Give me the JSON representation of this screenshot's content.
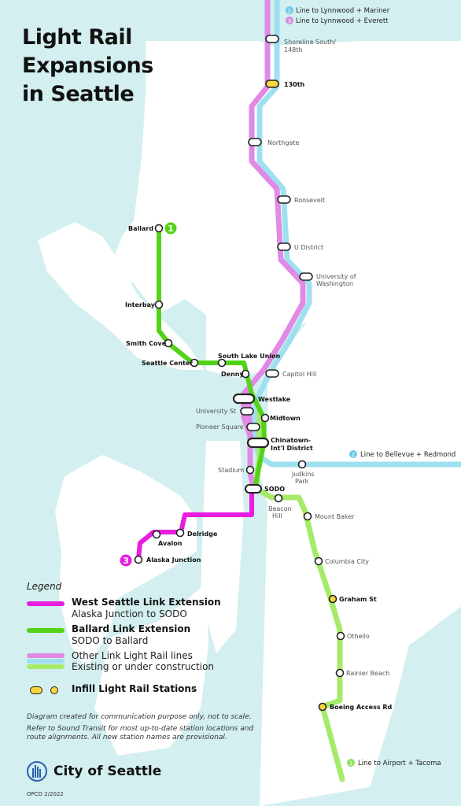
{
  "title": {
    "line1": "Light Rail",
    "line2": "Expansions",
    "line3": "in Seattle"
  },
  "colors": {
    "background": "#d3efef",
    "land": "#ffffff",
    "west_seattle": "#e81de0",
    "ballard": "#52d318",
    "other_pink": "#e08ae6",
    "other_blue": "#9fe0f0",
    "other_green": "#a6ea6a",
    "infill": "#f6d63b"
  },
  "external_lines": {
    "lynnwood_mariner": {
      "badge": "2",
      "label": "Line to Lynnwood + Mariner"
    },
    "lynnwood_everett": {
      "badge": "3",
      "label": "Line to Lynnwood + Everett"
    },
    "bellevue_redmond": {
      "badge": "2",
      "label": "Line to Bellevue + Redmond"
    },
    "airport_tacoma": {
      "badge": "1",
      "label": "Line to Airport + Tacoma"
    }
  },
  "line_badges": {
    "ballard": "1",
    "west_seattle": "3"
  },
  "stations": {
    "shoreline": {
      "line1": "Shoreline South/",
      "line2": "148th"
    },
    "s130": "130th",
    "northgate": "Northgate",
    "roosevelt": "Roosevelt",
    "u_district": "U District",
    "uw": {
      "line1": "University of",
      "line2": "Washington"
    },
    "capitol_hill": "Capitol Hill",
    "ballard": "Ballard",
    "interbay": "Interbay",
    "smith_cove": "Smith Cove",
    "seattle_center": "Seattle Center",
    "south_lake_union": "South Lake Union",
    "denny": "Denny",
    "westlake": "Westlake",
    "university_st": "University St",
    "midtown": "Midtown",
    "pioneer_square": "Pioneer Square",
    "chinatown": {
      "line1": "Chinatown-",
      "line2": "Int'l District"
    },
    "judkins_park": {
      "line1": "Judkins",
      "line2": "Park"
    },
    "stadium": "Stadium",
    "sodo": "SODO",
    "beacon_hill": {
      "line1": "Beacon",
      "line2": "Hill"
    },
    "mount_baker": "Mount Baker",
    "delridge": "Delridge",
    "avalon": "Avalon",
    "alaska_junction": "Alaska Junction",
    "columbia_city": "Columbia City",
    "graham_st": "Graham St",
    "othello": "Othello",
    "rainier_beach": "Rainier Beach",
    "boeing_access": "Boeing Access Rd"
  },
  "legend": {
    "heading": "Legend",
    "west_seattle": {
      "title": "West Seattle Link Extension",
      "sub": "Alaska Junction to SODO"
    },
    "ballard": {
      "title": "Ballard Link Extension",
      "sub": "SODO to Ballard"
    },
    "other": {
      "title": "Other Link Light Rail lines",
      "sub": "Existing or under construction"
    },
    "infill": "Infill Light Rail Stations"
  },
  "notes": {
    "line1": "Diagram created for communication purpose only, not to scale.",
    "line2": "Refer to Sound Transit for most up-to-date station locations and route alignments. All new station names are provisional."
  },
  "footer": {
    "org": "City of Seattle",
    "code": "OPCD 2/2022"
  }
}
